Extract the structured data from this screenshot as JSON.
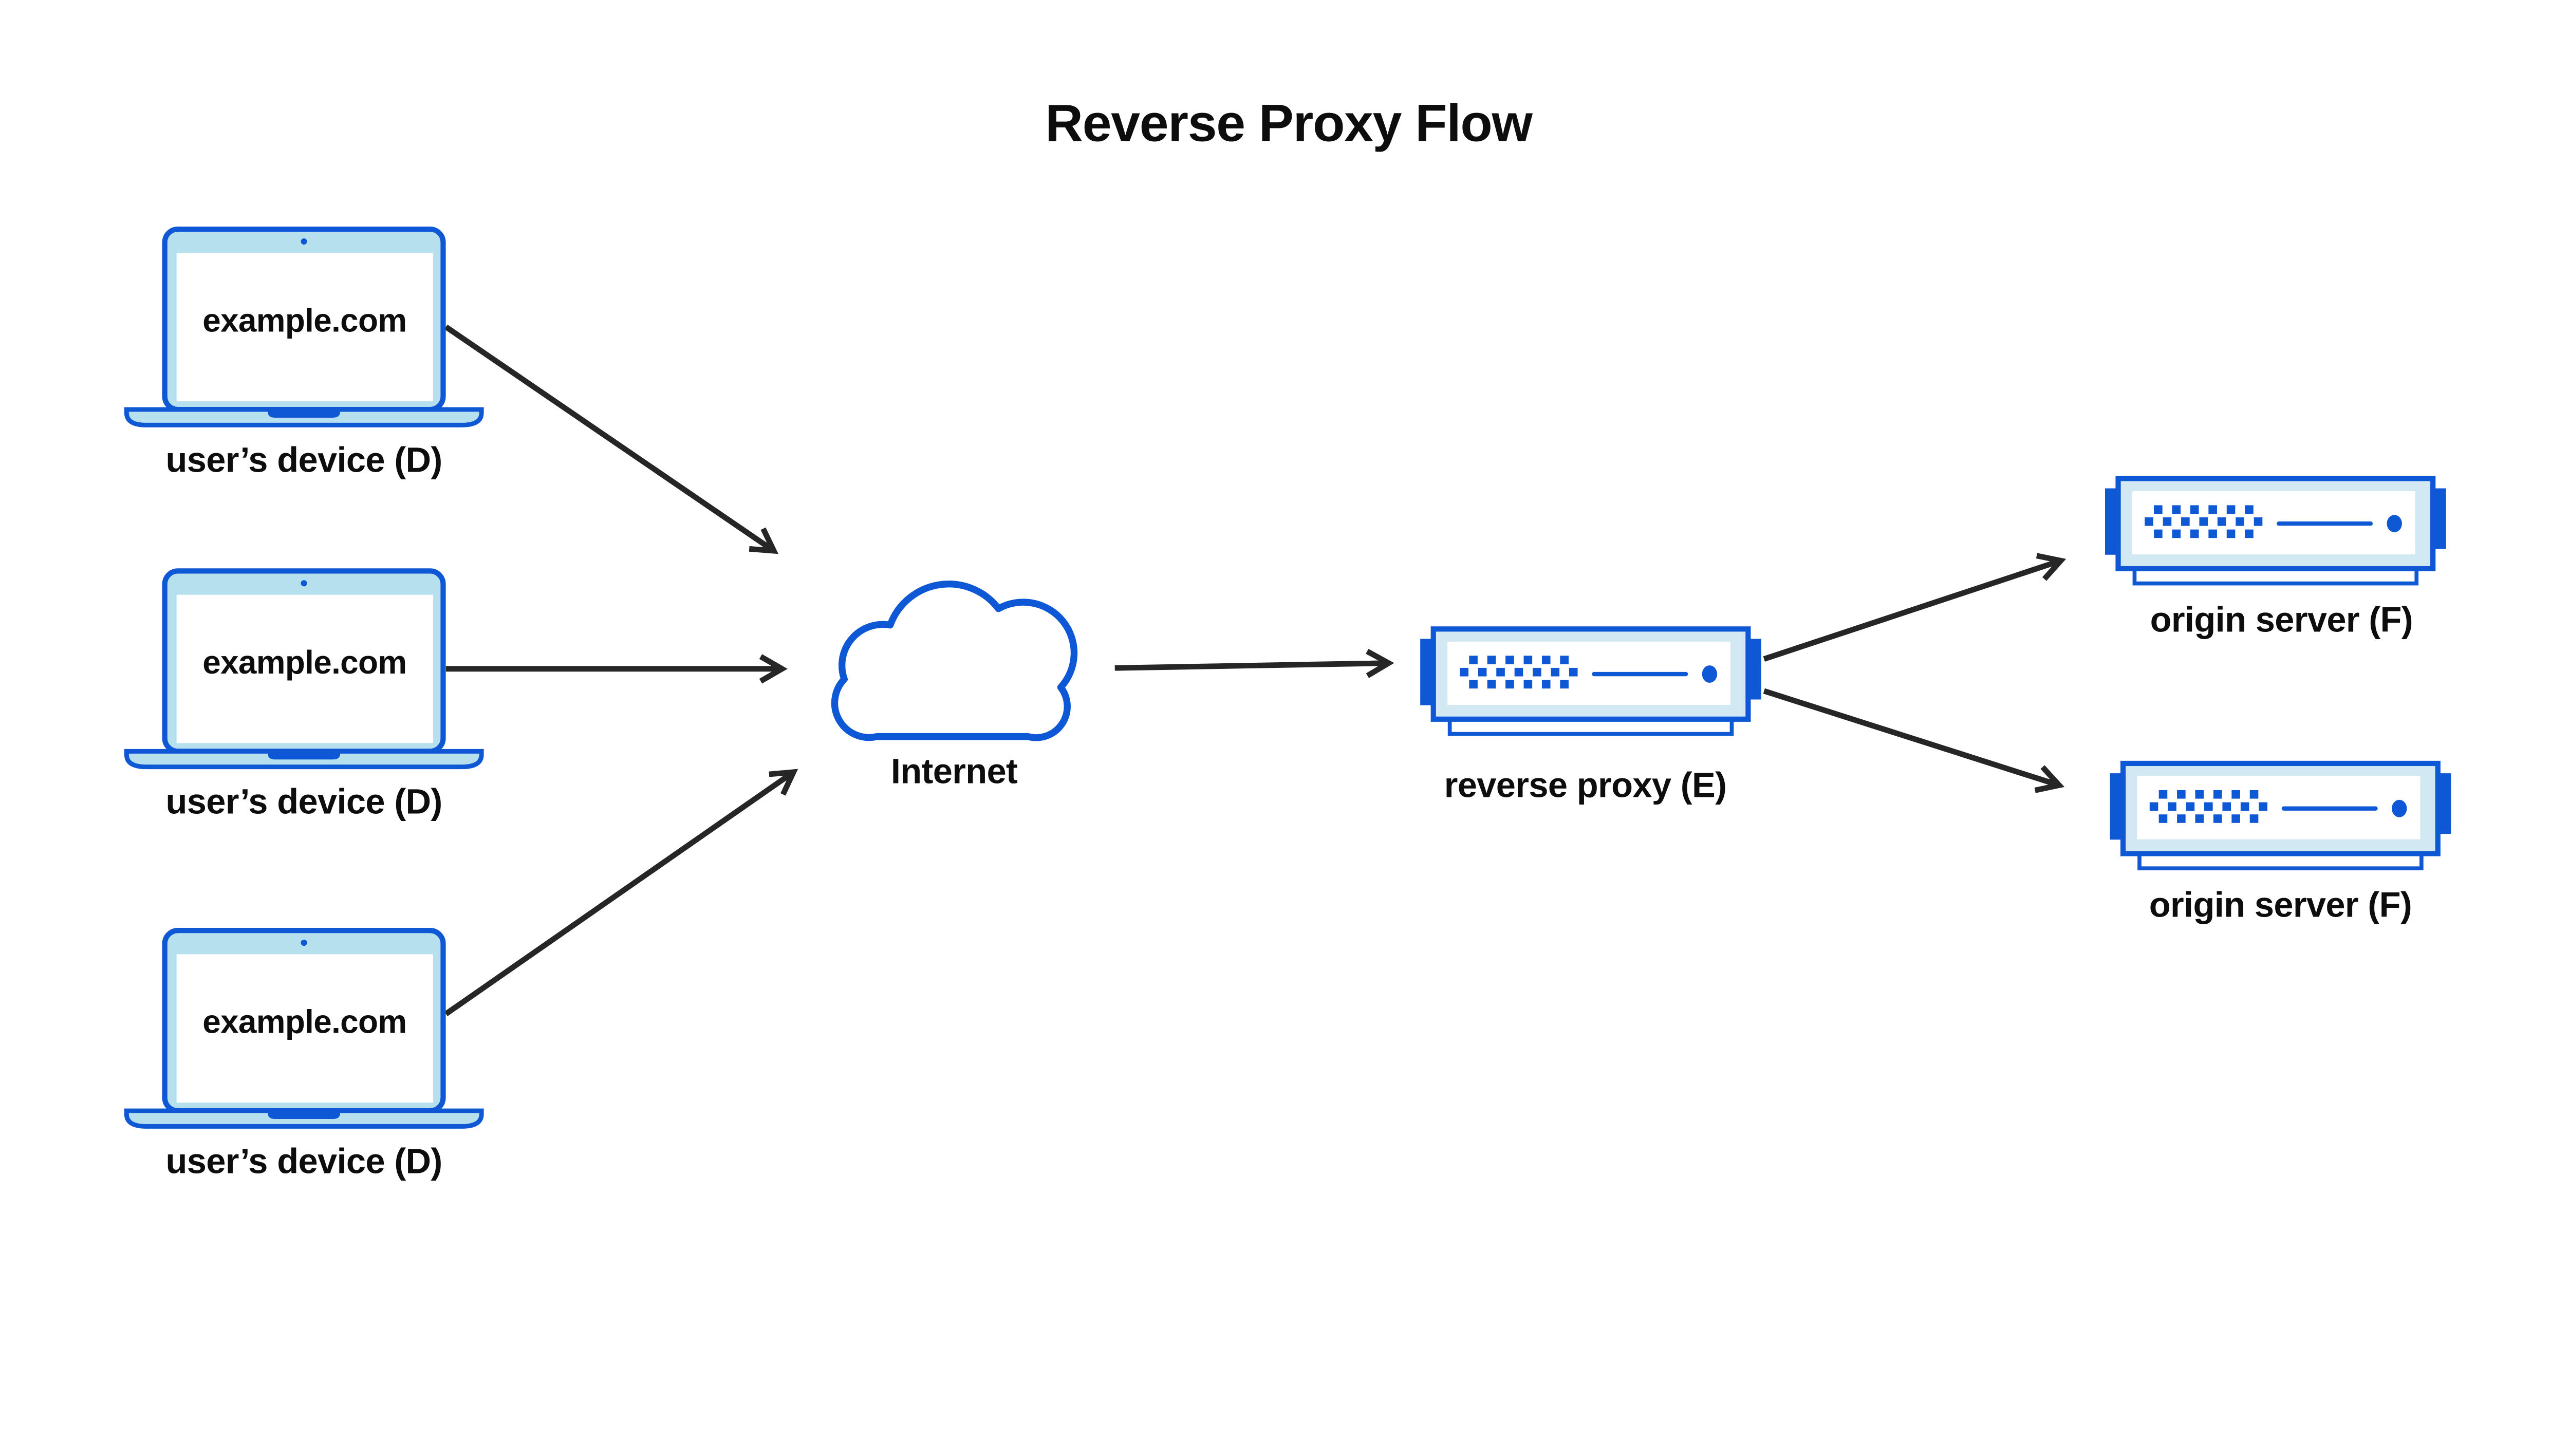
{
  "title": "Reverse Proxy Flow",
  "nodes": {
    "device1": {
      "screen_text": "example.com",
      "label": "user’s device (D)"
    },
    "device2": {
      "screen_text": "example.com",
      "label": "user’s device (D)"
    },
    "device3": {
      "screen_text": "example.com",
      "label": "user’s device (D)"
    },
    "internet": {
      "label": "Internet"
    },
    "proxy": {
      "label": "reverse proxy (E)"
    },
    "origin1": {
      "label": "origin server (F)"
    },
    "origin2": {
      "label": "origin server (F)"
    }
  },
  "connections": [
    {
      "from": "device1",
      "to": "internet"
    },
    {
      "from": "device2",
      "to": "internet"
    },
    {
      "from": "device3",
      "to": "internet"
    },
    {
      "from": "internet",
      "to": "proxy"
    },
    {
      "from": "proxy",
      "to": "origin1"
    },
    {
      "from": "proxy",
      "to": "origin2"
    }
  ],
  "colors": {
    "primary_blue": "#0e57d5",
    "laptop_bezel": "#b7e0ee",
    "server_face": "#d2e9f3",
    "arrow": "#262626",
    "text": "#0d0d0d",
    "background": "#ffffff"
  }
}
